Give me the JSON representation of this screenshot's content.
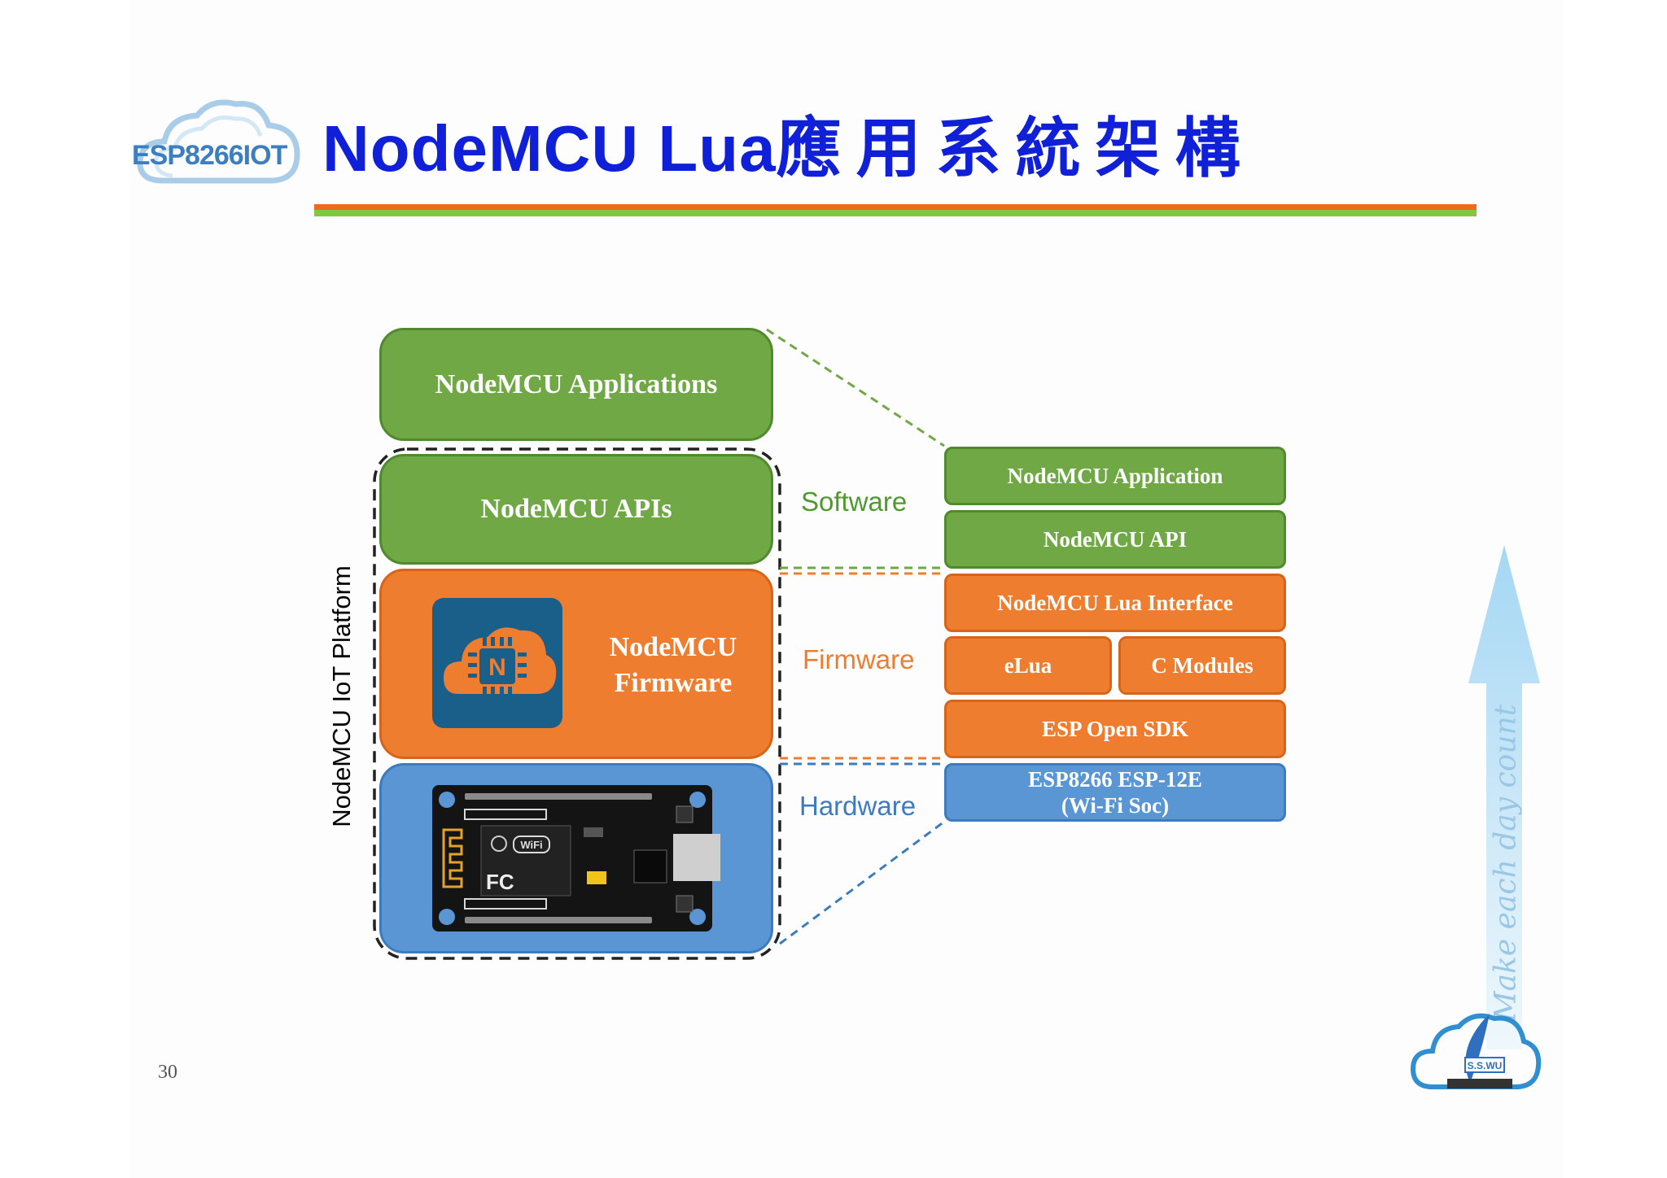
{
  "header": {
    "logo_text": "ESP8266IOT",
    "title_latin": "NodeMCU Lua",
    "title_cjk": "應用系統架構"
  },
  "diagram": {
    "platform_label": "NodeMCU IoT Platform",
    "left": {
      "applications": "NodeMCU Applications",
      "apis": "NodeMCU APIs",
      "firmware_line1": "NodeMCU",
      "firmware_line2": "Firmware",
      "firmware_icon_letter": "N"
    },
    "layers": {
      "software": "Software",
      "firmware": "Firmware",
      "hardware": "Hardware"
    },
    "right": {
      "application": "NodeMCU Application",
      "api": "NodeMCU API",
      "lua_interface": "NodeMCU Lua Interface",
      "elua": "eLua",
      "c_modules": "C Modules",
      "sdk": "ESP Open SDK",
      "chip_line1": "ESP8266 ESP-12E",
      "chip_line2": "(Wi-Fi Soc)"
    },
    "board": {
      "wifi_badge": "WiFi",
      "fc_mark": "FC"
    }
  },
  "decor": {
    "arrow_text": "Make each day count",
    "badge_text": "S.S.WU"
  },
  "footer": {
    "page_number": "30"
  },
  "colors": {
    "title_blue": "#1020d8",
    "software_green": "#6fa844",
    "firmware_orange": "#ee7d30",
    "hardware_blue": "#5b96d4",
    "rule_orange": "#f06a1e",
    "rule_green": "#7ec842"
  }
}
